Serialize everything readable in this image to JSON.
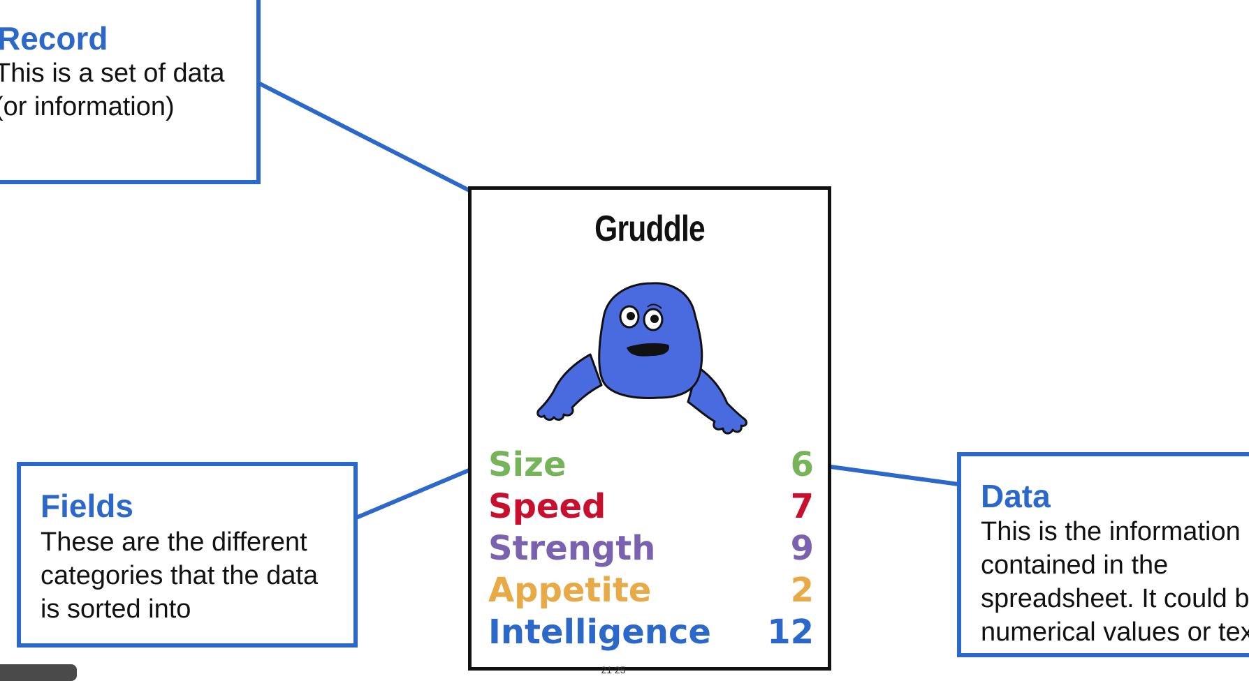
{
  "card": {
    "name": "Gruddle",
    "stats": [
      {
        "label": "Size",
        "value": "6",
        "color": "#77b35a"
      },
      {
        "label": "Speed",
        "value": "7",
        "color": "#c8102e"
      },
      {
        "label": "Strength",
        "value": "9",
        "color": "#7a62b0"
      },
      {
        "label": "Appetite",
        "value": "2",
        "color": "#e7aa46"
      },
      {
        "label": "Intelligence",
        "value": "12",
        "color": "#2b68c9"
      }
    ],
    "creature_icon": "blue-monster-icon",
    "creature_color": "#4a6ae0"
  },
  "callouts": {
    "record": {
      "title": "Record",
      "line1": "This is a set of data",
      "line2": "(or information)"
    },
    "fields": {
      "title": "Fields",
      "line1": "These are the different",
      "line2": "categories that the data",
      "line3": "is sorted into"
    },
    "data": {
      "title": "Data",
      "line1": "This is the information",
      "line2": "contained in the",
      "line3": "spreadsheet. It could be",
      "line4": "numerical values or text"
    }
  },
  "accent_color": "#2b68c9",
  "footer": {
    "slide_number": "21 25"
  }
}
